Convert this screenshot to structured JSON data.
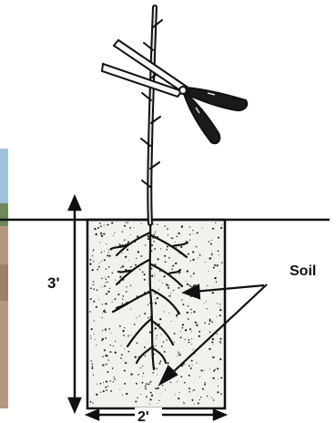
{
  "labels": {
    "depth": "3'",
    "width": "2'",
    "soil": "Soil"
  },
  "colors": {
    "ink": "#111111",
    "soil_fill": "#f3f1ec",
    "photo_sky": "#9ec2dc",
    "photo_ground": "#8a9a6a",
    "handle": "#1a1a1a"
  },
  "icons": {
    "tool": "pruning-shears-icon",
    "plant": "bare-root-seedling"
  }
}
